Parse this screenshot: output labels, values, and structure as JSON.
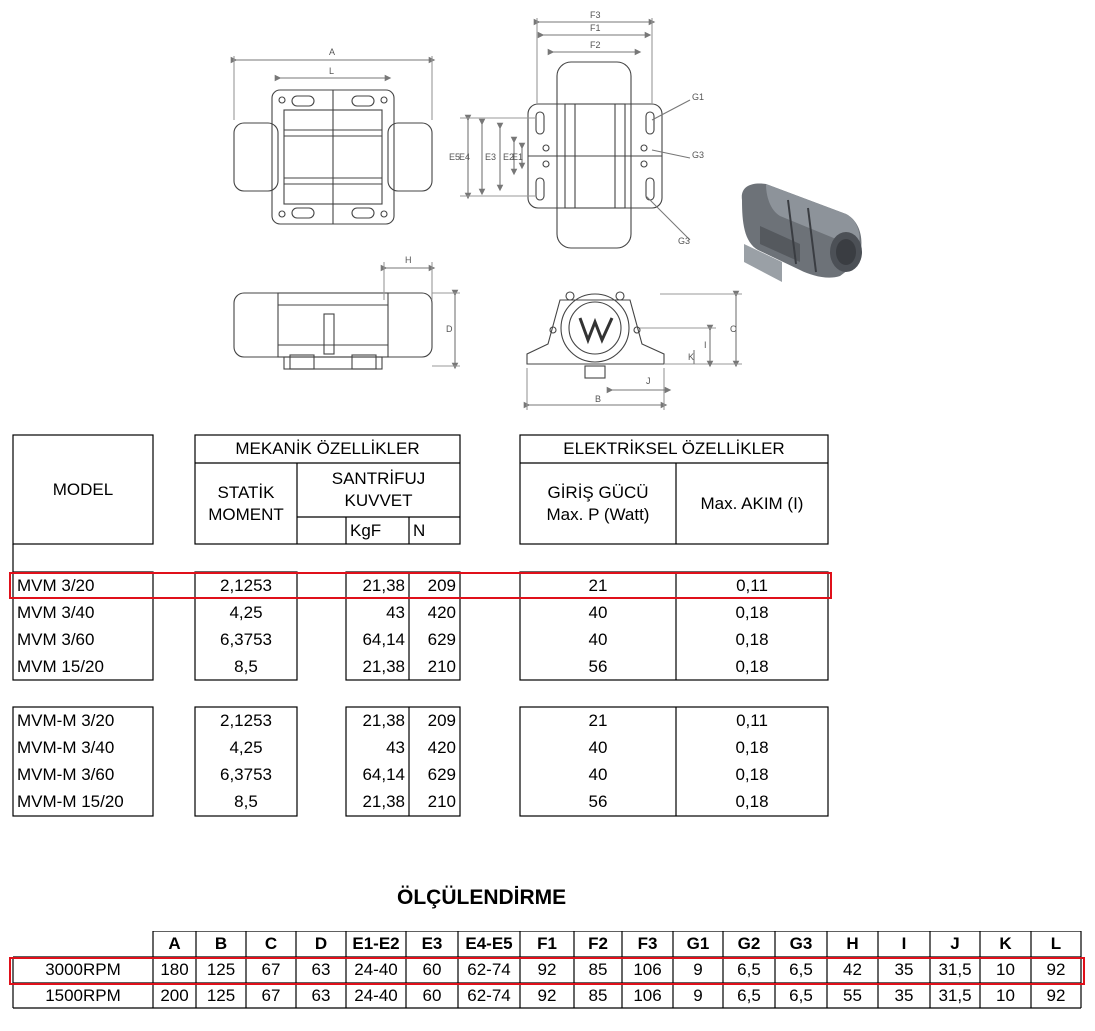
{
  "drawing": {
    "dim_labels": {
      "A": "A",
      "L": "L",
      "H": "H",
      "D": "D",
      "F3": "F3",
      "F1": "F1",
      "F2": "F2",
      "G1": "G1",
      "G3": "G3",
      "G3b": "G3",
      "E5": "E5",
      "E4": "E4",
      "E3": "E3",
      "E2": "E2",
      "E1": "E1",
      "C": "C",
      "I": "I",
      "K": "K",
      "J": "J",
      "B": "B"
    }
  },
  "spec_table": {
    "model_header": "MODEL",
    "mech_header": "MEKANİK ÖZELLİKLER",
    "static_header": "STATİK MOMENT",
    "centrifugal_header": "SANTRİFUJ KUVVET",
    "kgf_header": "KgF",
    "n_header": "N",
    "elec_header": "ELEKTRİKSEL ÖZELLİKLER",
    "power_header": "GİRİŞ GÜCÜ Max. P (Watt)",
    "current_header": "Max. AKIM (I)",
    "group1": [
      {
        "model": "MVM 3/20",
        "static": "2,1253",
        "kgf": "21,38",
        "n": "209",
        "power": "21",
        "current": "0,11"
      },
      {
        "model": "MVM 3/40",
        "static": "4,25",
        "kgf": "43",
        "n": "420",
        "power": "40",
        "current": "0,18"
      },
      {
        "model": "MVM 3/60",
        "static": "6,3753",
        "kgf": "64,14",
        "n": "629",
        "power": "40",
        "current": "0,18"
      },
      {
        "model": "MVM 15/20",
        "static": "8,5",
        "kgf": "21,38",
        "n": "210",
        "power": "56",
        "current": "0,18"
      }
    ],
    "group2": [
      {
        "model": "MVM-M 3/20",
        "static": "2,1253",
        "kgf": "21,38",
        "n": "209",
        "power": "21",
        "current": "0,11"
      },
      {
        "model": "MVM-M 3/40",
        "static": "4,25",
        "kgf": "43",
        "n": "420",
        "power": "40",
        "current": "0,18"
      },
      {
        "model": "MVM-M 3/60",
        "static": "6,3753",
        "kgf": "64,14",
        "n": "629",
        "power": "40",
        "current": "0,18"
      },
      {
        "model": "MVM-M 15/20",
        "static": "8,5",
        "kgf": "21,38",
        "n": "210",
        "power": "56",
        "current": "0,18"
      }
    ],
    "highlight_color": "#e0101a"
  },
  "dimension_table": {
    "title": "ÖLÇÜLENDİRME",
    "headers": [
      "A",
      "B",
      "C",
      "D",
      "E1-E2",
      "E3",
      "E4-E5",
      "F1",
      "F2",
      "F3",
      "G1",
      "G2",
      "G3",
      "H",
      "I",
      "J",
      "K",
      "L"
    ],
    "rows": [
      {
        "label": "3000RPM",
        "values": [
          "180",
          "125",
          "67",
          "63",
          "24-40",
          "60",
          "62-74",
          "92",
          "85",
          "106",
          "9",
          "6,5",
          "6,5",
          "42",
          "35",
          "31,5",
          "10",
          "92"
        ]
      },
      {
        "label": "1500RPM",
        "values": [
          "200",
          "125",
          "67",
          "63",
          "24-40",
          "60",
          "62-74",
          "92",
          "85",
          "106",
          "9",
          "6,5",
          "6,5",
          "55",
          "35",
          "31,5",
          "10",
          "92"
        ]
      }
    ]
  }
}
